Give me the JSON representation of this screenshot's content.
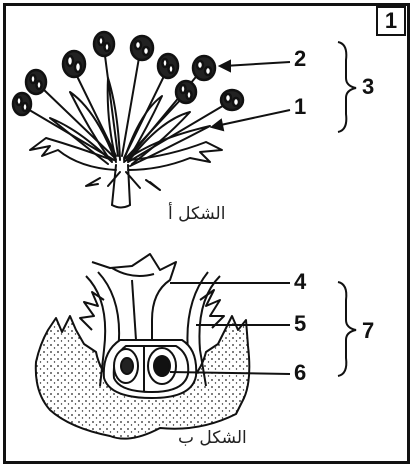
{
  "question_number": "1",
  "figure_a": {
    "caption": "الشكل أ",
    "labels": [
      "1",
      "2",
      "3"
    ]
  },
  "figure_b": {
    "caption": "الشكل ب",
    "labels": [
      "4",
      "5",
      "6",
      "7"
    ]
  },
  "colors": {
    "ink": "#111111",
    "paper": "#ffffff"
  }
}
